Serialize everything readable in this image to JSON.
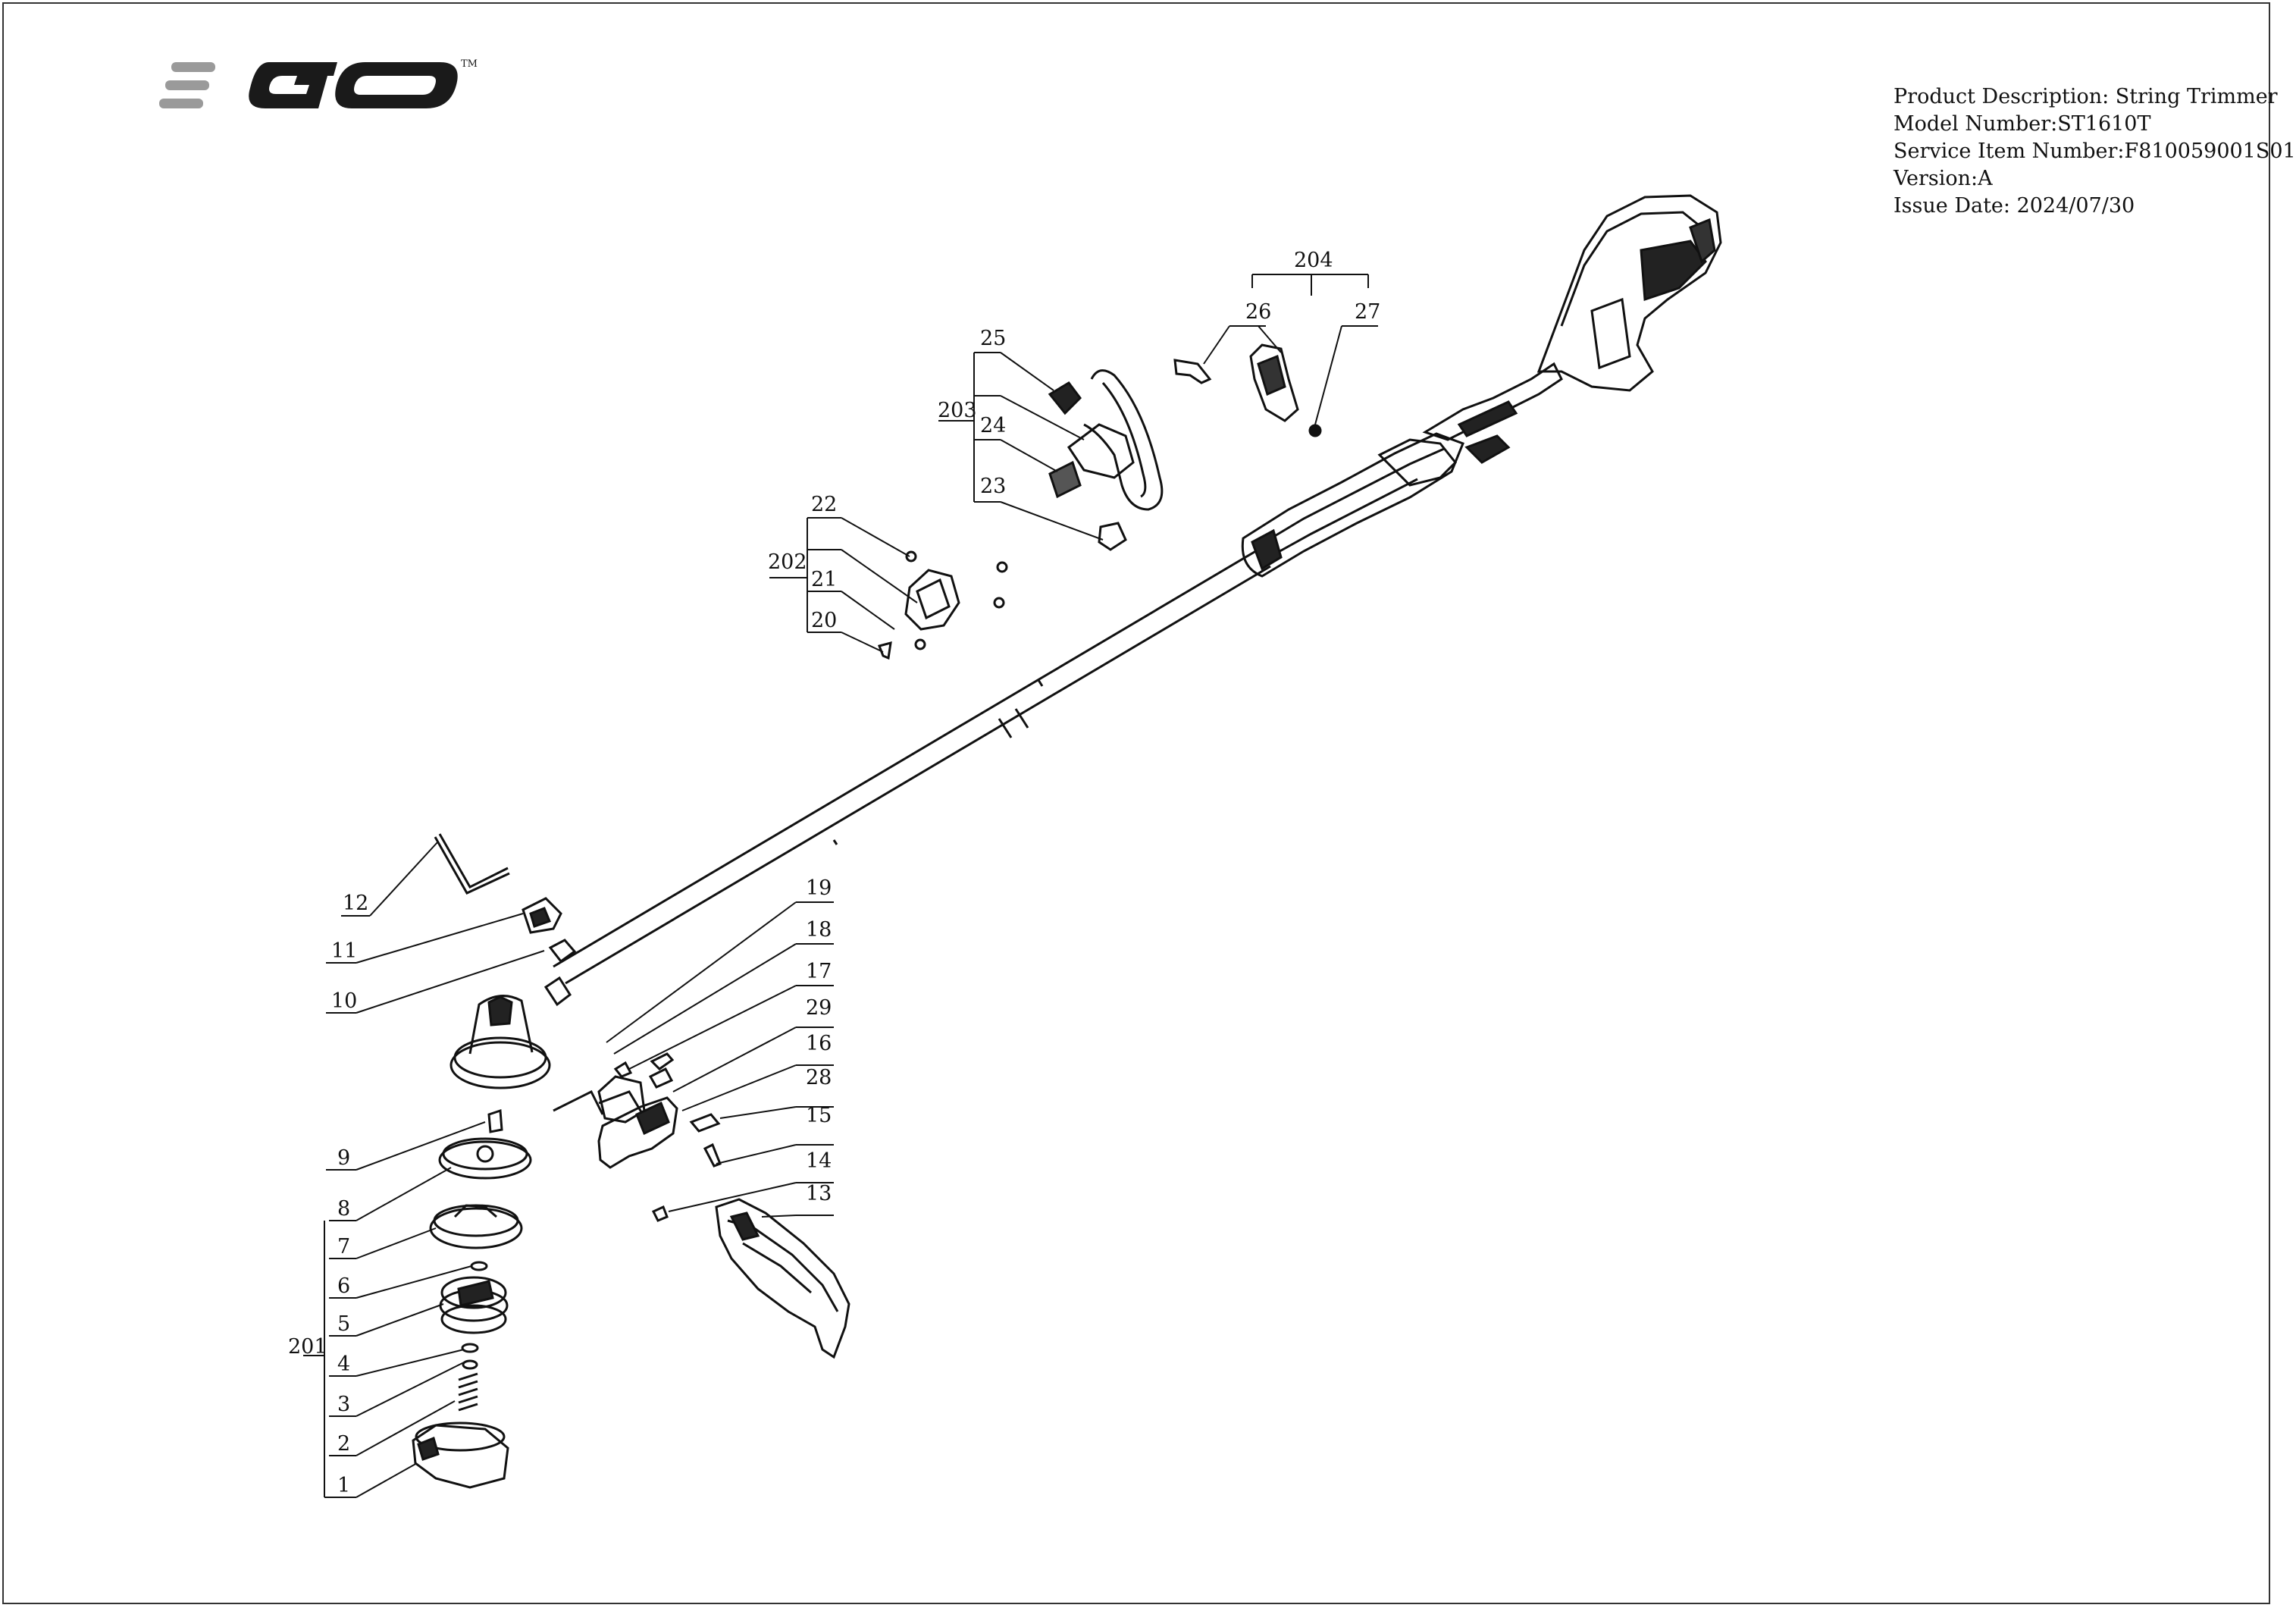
{
  "logo": {
    "text": "EGO",
    "mark": "TM"
  },
  "product_info": {
    "description": "Product Description: String Trimmer",
    "model": "Model Number:ST1610T",
    "service_item": "Service Item Number:F810059001S01",
    "version": "Version:A",
    "issue_date": "Issue Date: 2024/07/30"
  },
  "callouts": {
    "c1": "1",
    "c2": "2",
    "c3": "3",
    "c4": "4",
    "c5": "5",
    "c6": "6",
    "c7": "7",
    "c8": "8",
    "c9": "9",
    "c10": "10",
    "c11": "11",
    "c12": "12",
    "c13": "13",
    "c14": "14",
    "c15": "15",
    "c16": "16",
    "c17": "17",
    "c18": "18",
    "c19": "19",
    "c20": "20",
    "c21": "21",
    "c22": "22",
    "c23": "23",
    "c24": "24",
    "c25": "25",
    "c26": "26",
    "c27": "27",
    "c28": "28",
    "c29": "29",
    "c201": "201",
    "c202": "202",
    "c203": "203",
    "c204": "204"
  },
  "colors": {
    "line": "#111111",
    "logo_gray": "#9a9a9a",
    "logo_dark": "#1a1a1a"
  }
}
